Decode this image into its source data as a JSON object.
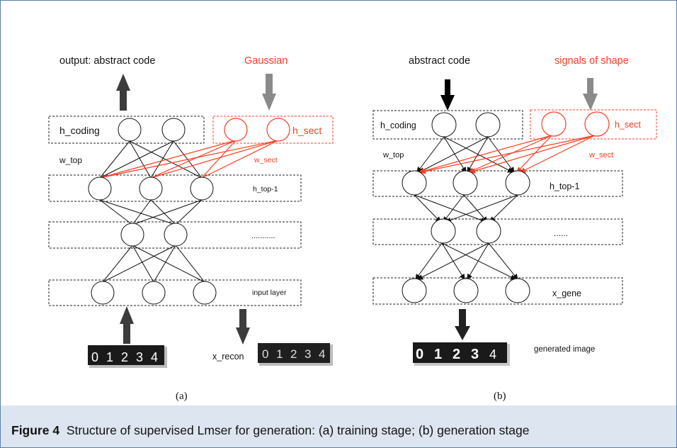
{
  "figure": {
    "caption_label": "Figure 4",
    "caption_text": "Structure of supervised Lmser for generation: (a) training stage; (b) generation stage"
  },
  "panel_a": {
    "sublabel": "(a)",
    "output_label": "output:  abstract code",
    "gaussian_label": "Gaussian",
    "h_coding": "h_coding",
    "h_sect": "h_sect",
    "w_top": "w_top",
    "w_sect": "w_sect",
    "h_top1": "h_top-1",
    "dots": "...........",
    "input_layer": "input layer",
    "x_recon": "x_recon",
    "input_digits": [
      "0",
      "1",
      "2",
      "3",
      "4"
    ],
    "recon_digits": [
      "0",
      "1",
      "2",
      "3",
      "4"
    ]
  },
  "panel_b": {
    "sublabel": "(b)",
    "abstract_code": "abstract code",
    "signals_label": "signals of shape",
    "h_coding": "h_coding",
    "h_sect": "h_sect",
    "w_top": "w_top",
    "w_sect": "w_sect",
    "h_top1": "h_top-1",
    "dots": "......",
    "x_gene": "x_gene",
    "generated_image": "generated image",
    "generated_digits": [
      "0",
      "1",
      "2",
      "3",
      "4"
    ]
  },
  "colors": {
    "red": "#ff3b1f",
    "dark_arrow": "#3c3c3c",
    "gray_arrow": "#8a8a8a",
    "frame": "#5a7fae",
    "caption_band": "#dde6f0"
  }
}
